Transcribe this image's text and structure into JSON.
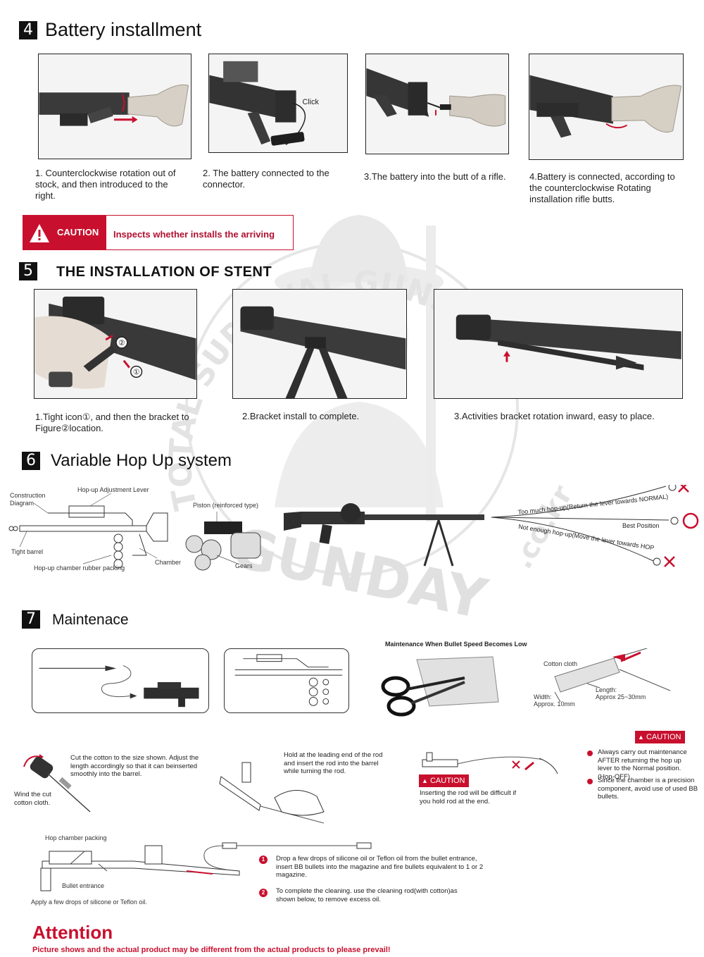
{
  "section4": {
    "number": "4",
    "title": "Battery installment",
    "photo2_label": "Click",
    "steps": [
      "1. Counterclockwise rotation out of stock, and then introduced to the right.",
      "2. The battery connected to the connector.",
      "3.The battery into the butt of a rifle.",
      "4.Battery is connected, according to the counterclockwise Rotating installation rifle butts."
    ],
    "caution_label": "CAUTION",
    "caution_text": "Inspects whether installs the arriving"
  },
  "section5": {
    "number": "5",
    "title": "THE INSTALLATION OF STENT",
    "photo1_marks": [
      "②",
      "①"
    ],
    "steps": [
      "1.Tight icon①, and then the bracket to Figure②location.",
      "2.Bracket install to complete.",
      "3.Activities bracket rotation inward, easy to place."
    ]
  },
  "section6": {
    "number": "6",
    "title": "Variable Hop Up system",
    "diagram_labels": {
      "construction": "Construction Diagram",
      "lever": "Hop-up Adjustment Lever",
      "piston": "Piston (reinforced type)",
      "barrel": "Tight barrel",
      "chamber": "Chamber",
      "packing": "Hop-up chamber rubber packing",
      "gears": "Gears"
    },
    "trajectory": {
      "too_much": "Too much hop-up(Return the lever towards NORMAL)",
      "best": "Best Position",
      "not_enough": "Not enough hop-up(Move the lever towards HOP"
    }
  },
  "section7": {
    "number": "7",
    "title": "Maintenace",
    "bullet_speed_title": "Maintenance When Bullet Speed Becomes  Low",
    "cotton_cloth": "Cotton cloth",
    "width_label": "Width:",
    "width_value": "Approx. 10mm",
    "length_label": "Length:",
    "length_value": "Approx 25~30mm",
    "wind_text": "Wind the cut cotton cloth.",
    "cut_text": "Cut the cotton to the size shown. Adjust the length accordingly so that it can beinserted smoothly into the barrel.",
    "hold_text": "Hold at the leading end of the rod and insert the rod into the barrel while turning the rod.",
    "caution_label": "CAUTION",
    "rod_caution": "Inserting the rod will be difficult if you hold rod at the end.",
    "right_notes": [
      "Always carry out maintenance AFTER returning the hop up lever to the Normal position. (Hop-OFF)",
      "Since the chamber is a precision component, avoid use of used BB bullets."
    ],
    "hop_packing": "Hop chamber packing",
    "bullet_entrance": "Bullet entrance",
    "apply_text": "Apply a few drops of silicone or Teflon oil.",
    "numbered": [
      {
        "n": "1",
        "text": "Drop a few drops of silicone oil or Teflon oil from the bullet entrance, insert BB bullets into the magazine and fire bullets equivalent to 1 or 2 magazine."
      },
      {
        "n": "2",
        "text": "To complete the cleaning. use the cleaning rod(with cotton)as shown below, to remove excess oil."
      }
    ]
  },
  "attention": {
    "title": "Attention",
    "text": "Picture shows and the actual product may be different from the actual products to please prevail!"
  },
  "watermark": {
    "arc_text": "TOTAL SURVIVAL GUNSHOP",
    "brand": "GUNDAY",
    "domain": ".co.kr"
  },
  "colors": {
    "accent_red": "#c8102e",
    "text": "#1a1a1a"
  }
}
